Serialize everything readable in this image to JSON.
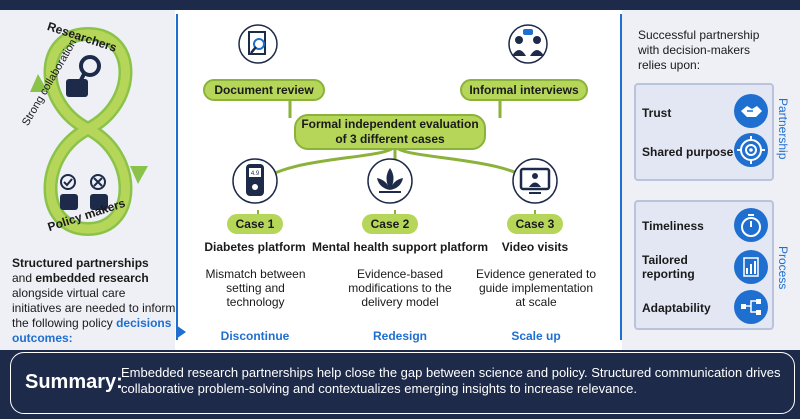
{
  "left": {
    "cycle_top": "Researchers",
    "cycle_middle": "Strong collaboration",
    "cycle_bottom": "Policy makers",
    "text_bold1": "Structured partnerships",
    "text_and": "and ",
    "text_bold2": "embedded research",
    "text_body": "alongside virtual care initiatives are needed to inform the following policy ",
    "text_highlight": "decisions outcomes:"
  },
  "center": {
    "document_review": "Document review",
    "informal_interviews": "Informal interviews",
    "evaluation_line1": "Formal independent evaluation",
    "evaluation_line2": "of  3 different cases",
    "glucose_reading": "4.9",
    "cases": [
      {
        "label": "Case 1",
        "title": "Diabetes platform",
        "desc": "Mismatch between setting and technology",
        "outcome": "Discontinue"
      },
      {
        "label": "Case 2",
        "title": "Mental health support platform",
        "desc": "Evidence-based modifications to the delivery model",
        "outcome": "Redesign"
      },
      {
        "label": "Case 3",
        "title": "Video visits",
        "desc": "Evidence generated to guide implementation at scale",
        "outcome": "Scale up"
      }
    ]
  },
  "right": {
    "intro": "Successful partnership with decision-makers relies upon:",
    "partnership_label": "Partnership",
    "process_label": "Process",
    "partnership_items": [
      {
        "label": "Trust",
        "icon": "handshake-icon"
      },
      {
        "label": "Shared purpose",
        "icon": "target-icon"
      }
    ],
    "process_items": [
      {
        "label": "Timeliness",
        "icon": "stopwatch-icon"
      },
      {
        "label": "Tailored reporting",
        "icon": "report-chart-icon"
      },
      {
        "label": "Adaptability",
        "icon": "adapt-flow-icon"
      }
    ]
  },
  "summary": {
    "label": "Summary:",
    "text": "Embedded research partnerships help close the gap between science and policy. Structured communication drives collaborative problem-solving and contextualizes emerging insights to increase relevance."
  },
  "colors": {
    "accent_green": "#b6d65a",
    "accent_blue": "#1e6fd0",
    "navy": "#1e2a4a",
    "panel_bg": "#eef0f6"
  }
}
